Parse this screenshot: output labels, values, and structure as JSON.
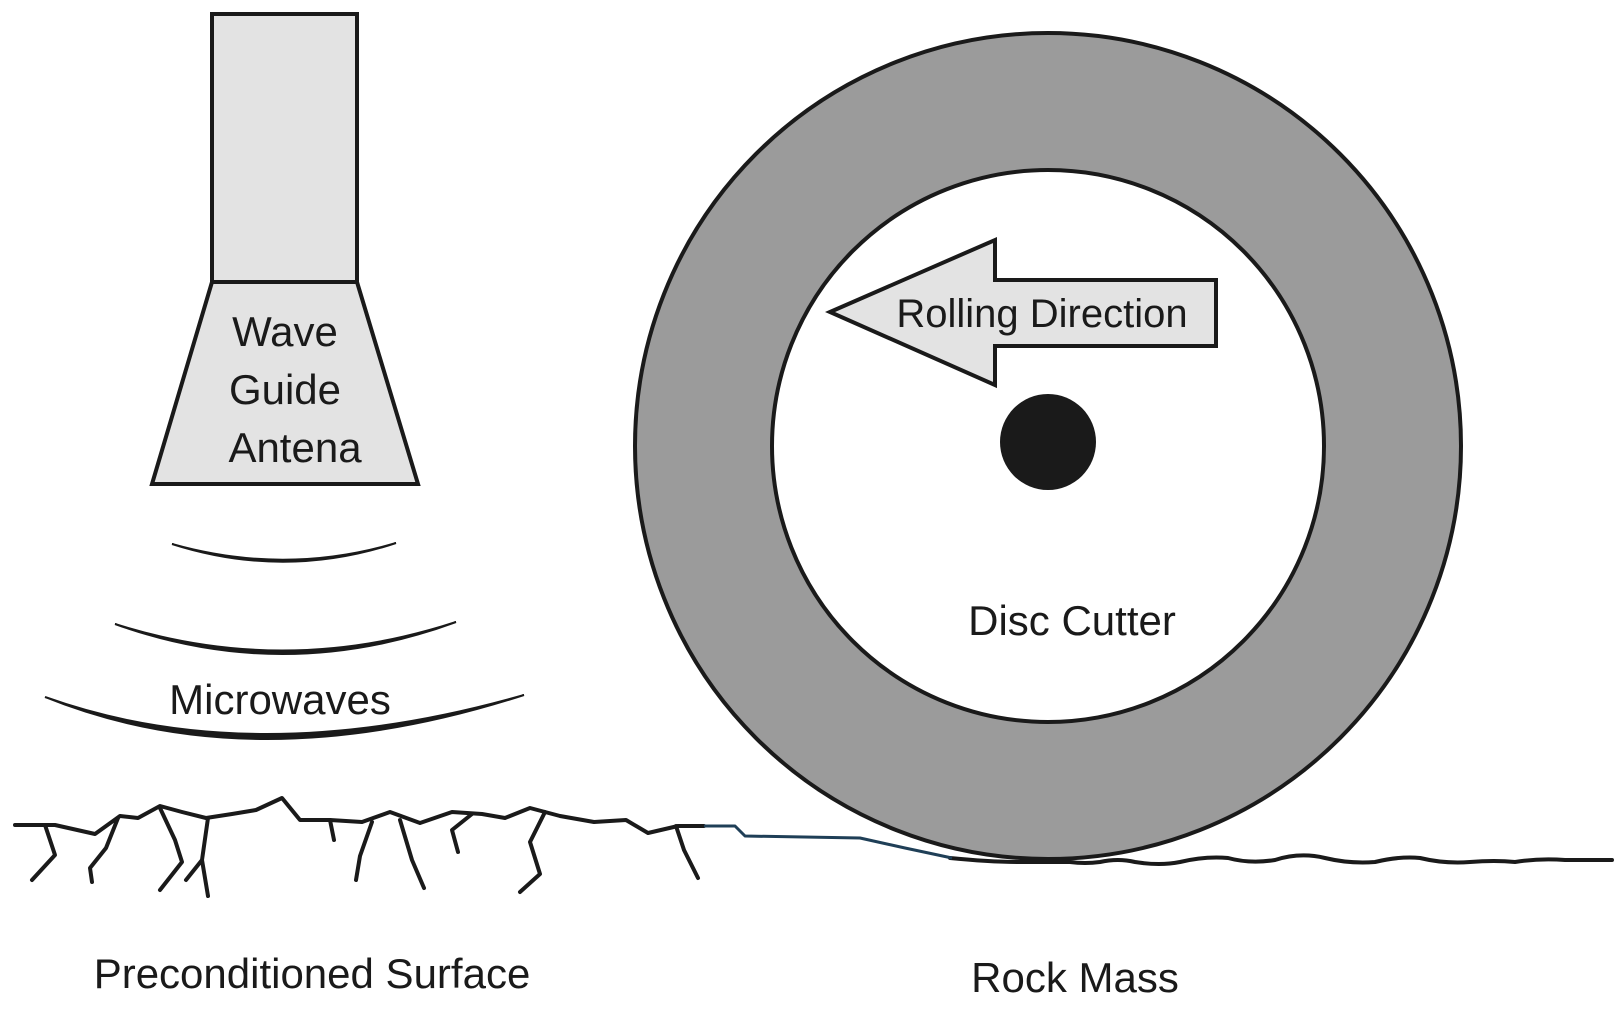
{
  "labels": {
    "antenna": [
      "Wave",
      "Guide",
      "Antena"
    ],
    "microwaves": "Microwaves",
    "rolling_direction": "Rolling Direction",
    "disc_cutter": "Disc Cutter",
    "preconditioned_surface": "Preconditioned Surface",
    "rock_mass": "Rock Mass"
  },
  "colors": {
    "antenna_fill": "#e3e3e3",
    "disc_ring": "#9b9b9b",
    "disc_inner": "#ffffff",
    "hub": "#1a1a1a",
    "arrow_fill": "#e3e3e3",
    "stroke": "#1a1a1a",
    "contact_line": "#1f3f57"
  }
}
